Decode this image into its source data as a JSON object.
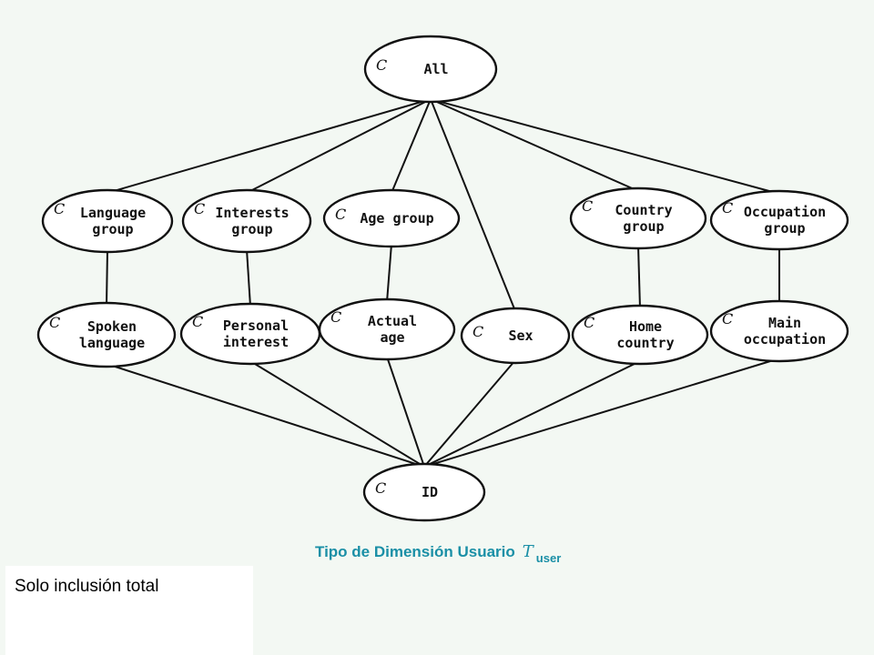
{
  "diagram": {
    "nodes": [
      {
        "id": "all",
        "symbol": "C",
        "lines": [
          "All"
        ]
      },
      {
        "id": "language_group",
        "symbol": "C",
        "lines": [
          "Language",
          "group"
        ]
      },
      {
        "id": "interests_group",
        "symbol": "C",
        "lines": [
          "Interests",
          "group"
        ]
      },
      {
        "id": "age_group",
        "symbol": "C",
        "lines": [
          "Age group"
        ]
      },
      {
        "id": "country_group",
        "symbol": "C",
        "lines": [
          "Country",
          "group"
        ]
      },
      {
        "id": "occupation_group",
        "symbol": "C",
        "lines": [
          "Occupation",
          "group"
        ]
      },
      {
        "id": "spoken_language",
        "symbol": "C",
        "lines": [
          "Spoken",
          "language"
        ]
      },
      {
        "id": "personal_interest",
        "symbol": "C",
        "lines": [
          "Personal",
          "interest"
        ]
      },
      {
        "id": "actual_age",
        "symbol": "C",
        "lines": [
          "Actual",
          "age"
        ]
      },
      {
        "id": "sex",
        "symbol": "C",
        "lines": [
          "Sex"
        ]
      },
      {
        "id": "home_country",
        "symbol": "C",
        "lines": [
          "Home",
          "country"
        ]
      },
      {
        "id": "main_occupation",
        "symbol": "C",
        "lines": [
          "Main",
          "occupation"
        ]
      },
      {
        "id": "id",
        "symbol": "C",
        "lines": [
          "ID"
        ]
      }
    ],
    "edges": [
      [
        "all",
        "language_group"
      ],
      [
        "all",
        "interests_group"
      ],
      [
        "all",
        "age_group"
      ],
      [
        "all",
        "sex"
      ],
      [
        "all",
        "country_group"
      ],
      [
        "all",
        "occupation_group"
      ],
      [
        "language_group",
        "spoken_language"
      ],
      [
        "interests_group",
        "personal_interest"
      ],
      [
        "age_group",
        "actual_age"
      ],
      [
        "country_group",
        "home_country"
      ],
      [
        "occupation_group",
        "main_occupation"
      ],
      [
        "spoken_language",
        "id"
      ],
      [
        "personal_interest",
        "id"
      ],
      [
        "actual_age",
        "id"
      ],
      [
        "sex",
        "id"
      ],
      [
        "home_country",
        "id"
      ],
      [
        "main_occupation",
        "id"
      ]
    ]
  },
  "caption": {
    "text": "Tipo de Dimensión Usuario",
    "symbol": "T",
    "subscript": "user"
  },
  "note": {
    "text": "Solo inclusión total"
  },
  "colors": {
    "background": "#F3F8F3",
    "caption": "#1A8FA6",
    "stroke": "#111111",
    "node_fill": "#FFFFFF"
  }
}
